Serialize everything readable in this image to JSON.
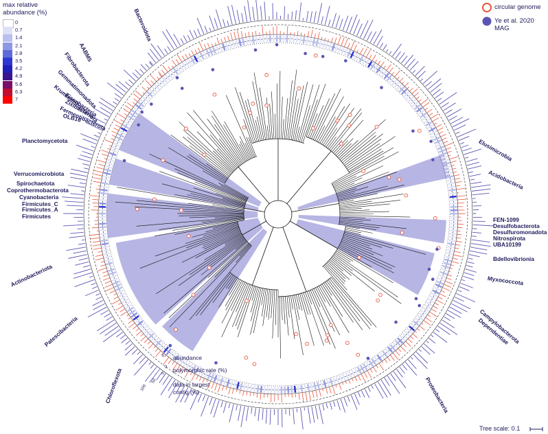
{
  "legend": {
    "title_line1": "max relative",
    "title_line2": "abundance (%)",
    "scale": [
      "0",
      "0.7",
      "1.4",
      "2.1",
      "2.8",
      "3.5",
      "4.2",
      "4.9",
      "5.6",
      "6.3",
      "7"
    ],
    "scale_colors": [
      "#ffffff",
      "#dde0f7",
      "#b9bff0",
      "#8e97e6",
      "#5e6ad9",
      "#2f37d4",
      "#2020b8",
      "#3b148f",
      "#7a0f6a",
      "#c20d2f",
      "#ff0000"
    ]
  },
  "key": {
    "circular": "circular genome",
    "ye": "Ye et al. 2020 MAG",
    "circular_color": "#e8553b",
    "ye_color": "#5a55b4"
  },
  "rings": {
    "abundance": "abundance",
    "polymorphic": "polymorphic rate (%)",
    "largest_line1": "data in largest",
    "largest_line2": "contig (%)",
    "tick0": "0",
    "tick50": "50",
    "tick100": "100",
    "tick3": "3"
  },
  "tree_scale": "Tree scale: 0.1",
  "phyla": [
    "Bacteroidota",
    "AABM5",
    "Fibrobacterota",
    "Gemmatimonadota",
    "Krumholzibacteriota",
    "Eisenbacteria",
    "Zixibacteria",
    "Fermentibacterota",
    "OLB16",
    "Planctomycetota",
    "Verrucomicrobiota",
    "Spirochaetota",
    "Coprothermobacterota",
    "Cyanobacteria",
    "Firmicutes_C",
    "Firmicutes_A",
    "Firmicutes",
    "Actinobacteriota",
    "Patescibacteria",
    "Chloroflexota",
    "Elusimicrobia",
    "Acidobacteria",
    "FEN-1099",
    "Desulfobacterota",
    "Desulfuromonadota",
    "Nitrospirota",
    "UBA10199",
    "Bdellovibrionia",
    "Myxococcota",
    "Campylobacterota",
    "Dependentiae",
    "Proteobacteria"
  ],
  "colors": {
    "branch": "#111111",
    "clade_highlight": "#a9a8de",
    "abundance_bar": "#5a55b4",
    "polymorphic_bar": "#e8553b",
    "text": "#1e1b5c"
  }
}
